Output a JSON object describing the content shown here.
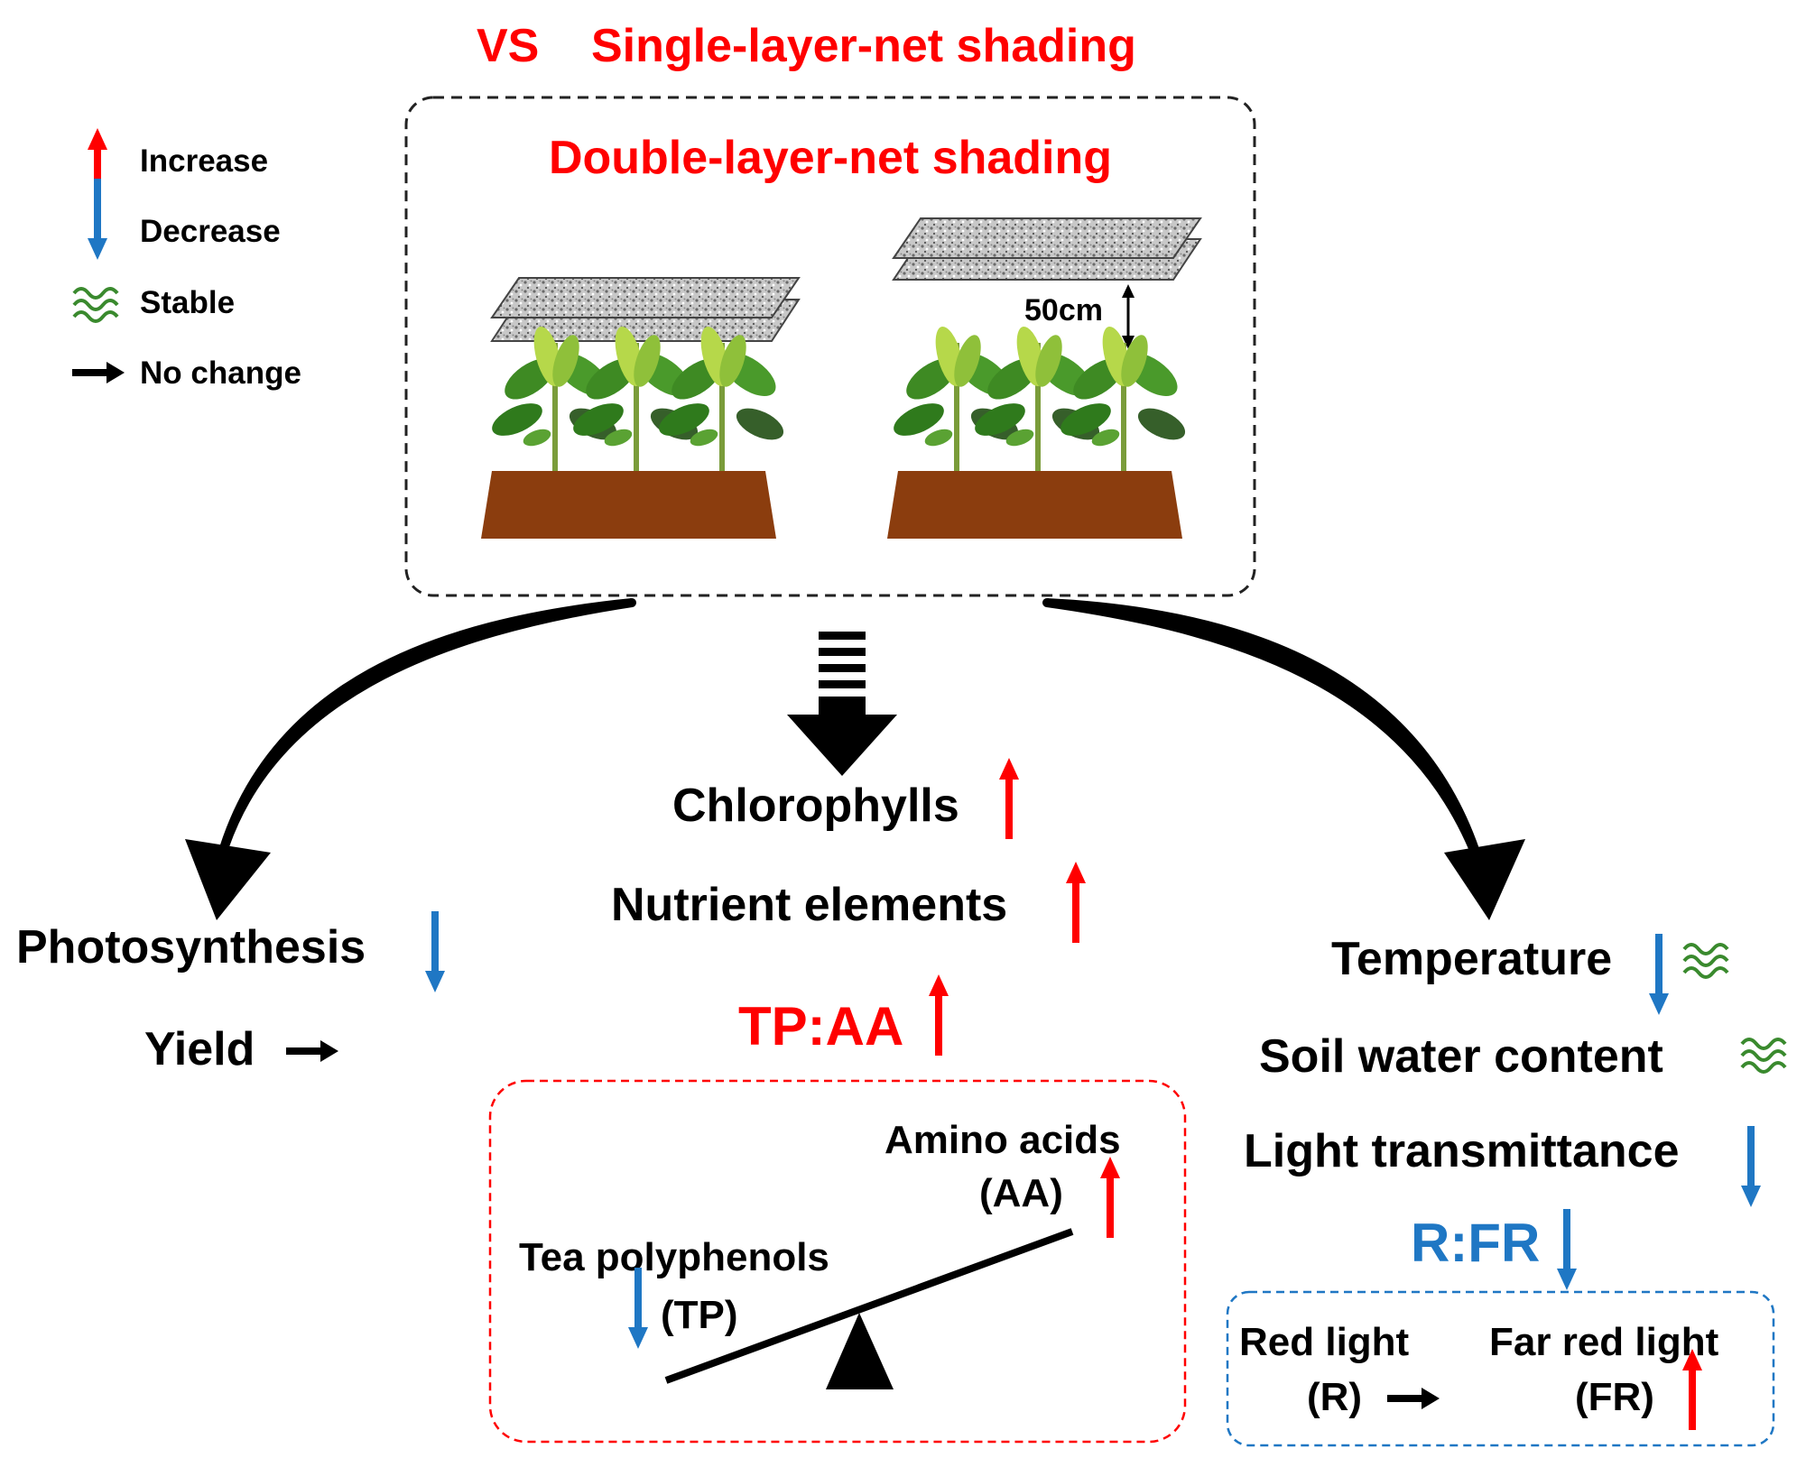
{
  "header": {
    "vs_label": "VS",
    "comparison": "Single-layer-net shading",
    "treatment": "Double-layer-net shading"
  },
  "legend": [
    {
      "key": "increase",
      "label": "Increase",
      "icon": "arrow-up-icon",
      "color": "#ff0000"
    },
    {
      "key": "decrease",
      "label": "Decrease",
      "icon": "arrow-down-icon",
      "color": "#1f77c4"
    },
    {
      "key": "stable",
      "label": "Stable",
      "icon": "wave-icon",
      "color": "#3a8a2e"
    },
    {
      "key": "no_change",
      "label": "No change",
      "icon": "arrow-right-icon",
      "color": "#000000"
    }
  ],
  "setup": {
    "gap_label": "50cm"
  },
  "left_branch": {
    "photosynthesis": "Photosynthesis",
    "yield": "Yield"
  },
  "middle_branch": {
    "chlorophylls": "Chlorophylls",
    "nutrients": "Nutrient elements",
    "ratio": "TP:AA",
    "balance": {
      "aa_name": "Amino acids",
      "aa_abbr": "(AA)",
      "tp_name": "Tea polyphenols",
      "tp_abbr": "(TP)"
    }
  },
  "right_branch": {
    "temperature": "Temperature",
    "soil_water": "Soil water content",
    "light": "Light transmittance",
    "ratio": "R:FR",
    "red": {
      "name": "Red light",
      "abbr": "(R)"
    },
    "far_red": {
      "name": "Far red light",
      "abbr": "(FR)"
    }
  },
  "colors": {
    "increase": "#ff0000",
    "decrease": "#1f77c4",
    "stable": "#3a8a2e",
    "title_red": "#ff0000",
    "ratio_blue": "#1f77c4",
    "soil": "#8b3d0e"
  }
}
